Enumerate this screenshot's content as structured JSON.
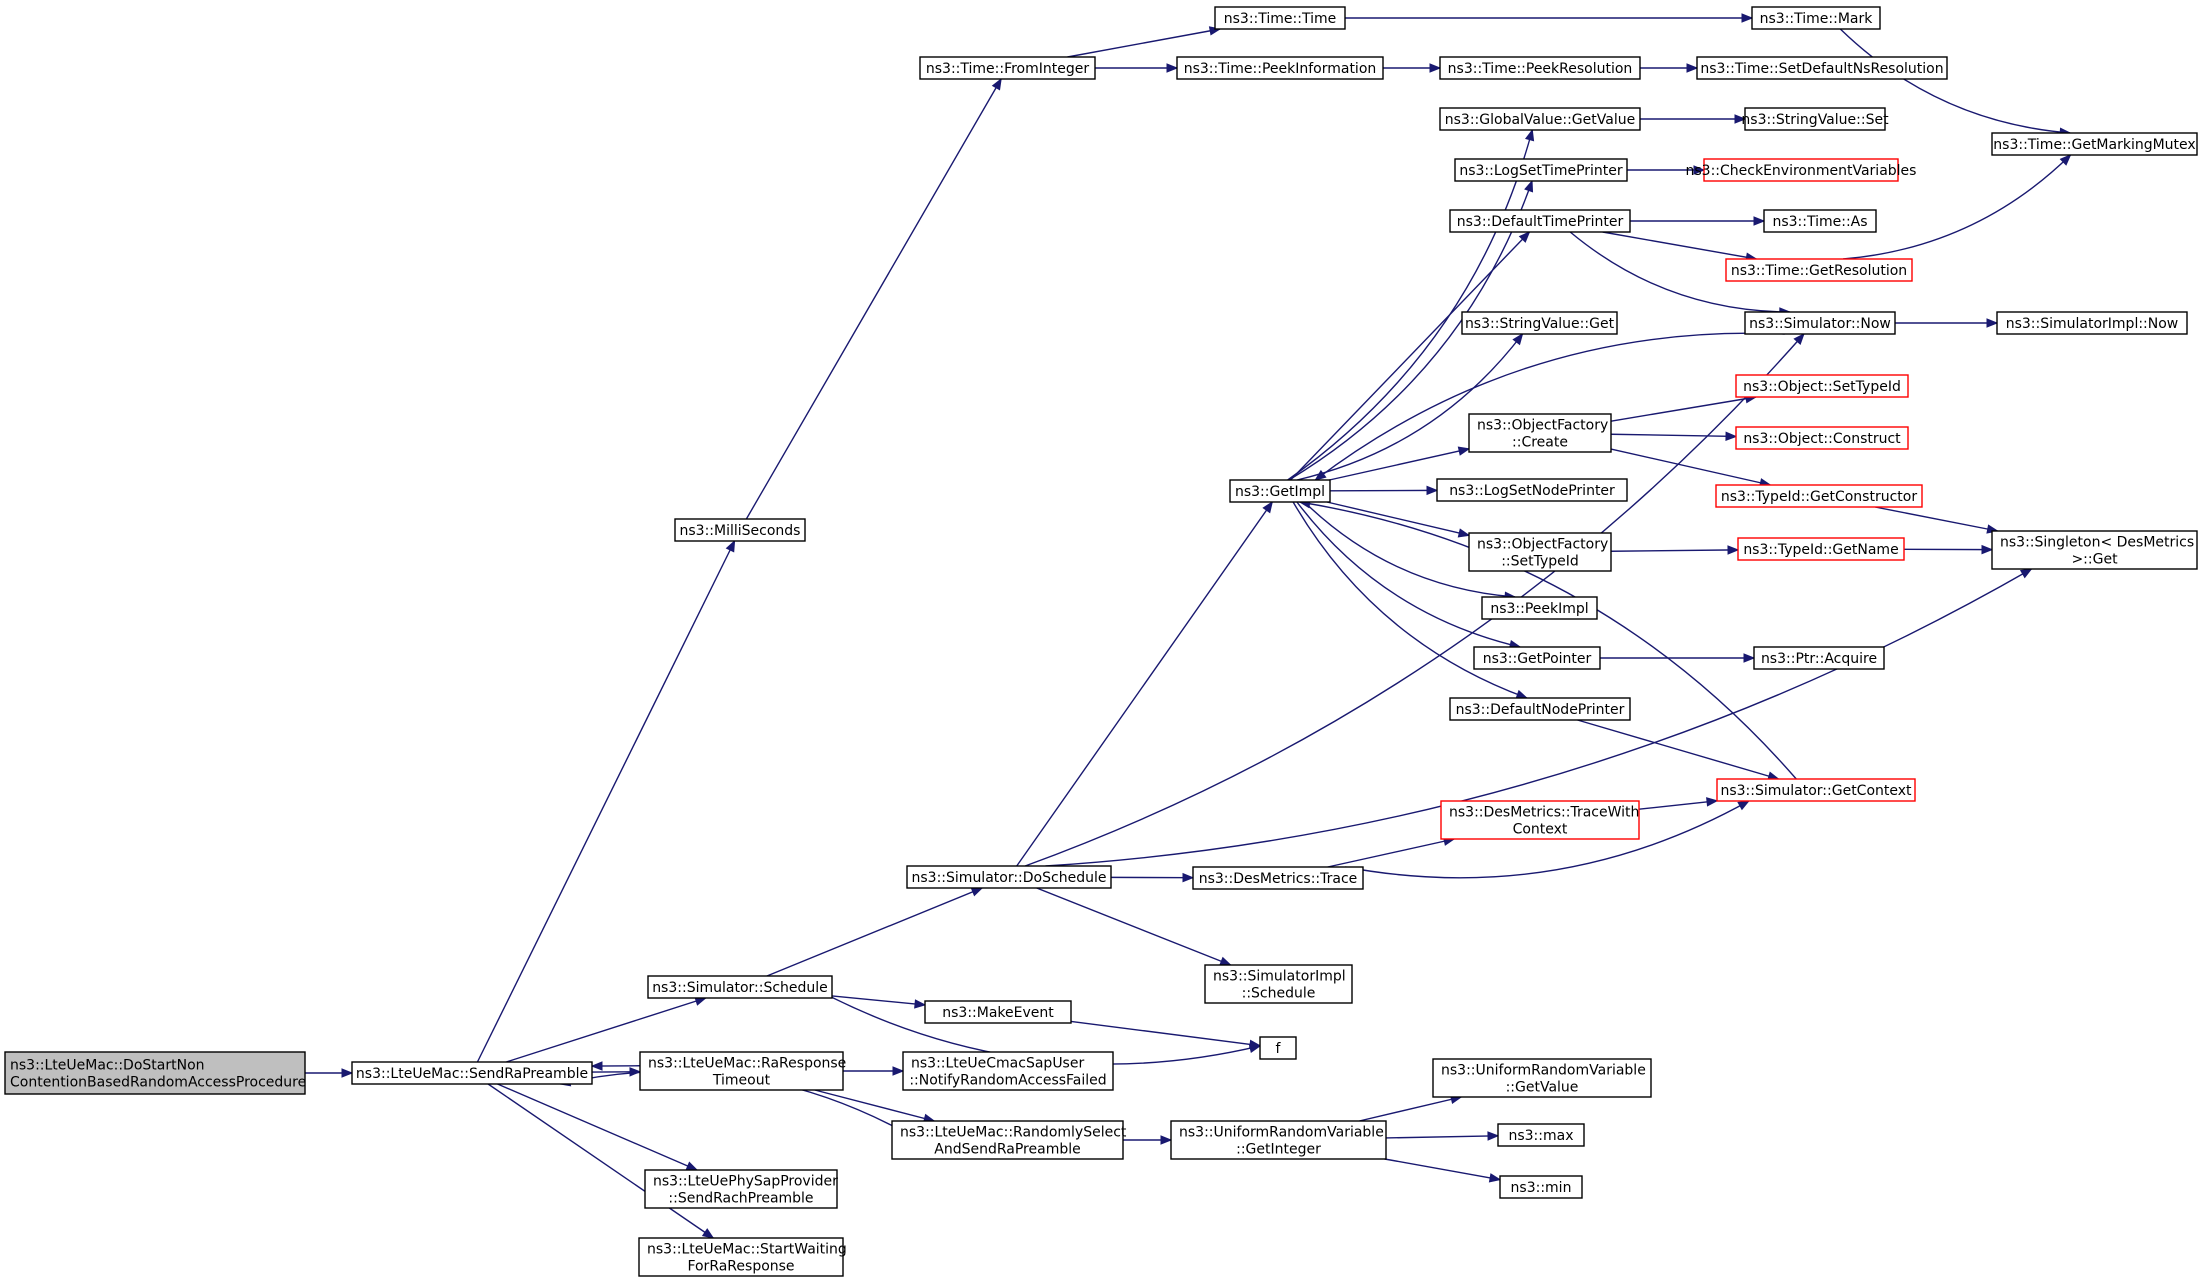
{
  "nodes": [
    {
      "id": "root",
      "lines": [
        "ns3::LteUeMac::DoStartNon",
        "ContentionBasedRandomAccessProcedure"
      ],
      "highlight": true
    },
    {
      "id": "sendra",
      "lines": [
        "ns3::LteUeMac::SendRaPreamble"
      ]
    },
    {
      "id": "milli",
      "lines": [
        "ns3::MilliSeconds"
      ]
    },
    {
      "id": "fromint",
      "lines": [
        "ns3::Time::FromInteger"
      ]
    },
    {
      "id": "timetime",
      "lines": [
        "ns3::Time::Time"
      ]
    },
    {
      "id": "timemark",
      "lines": [
        "ns3::Time::Mark"
      ]
    },
    {
      "id": "getmarkmutex",
      "lines": [
        "ns3::Time::GetMarkingMutex"
      ]
    },
    {
      "id": "peekinfo",
      "lines": [
        "ns3::Time::PeekInformation"
      ]
    },
    {
      "id": "peekres",
      "lines": [
        "ns3::Time::PeekResolution"
      ]
    },
    {
      "id": "setdefns",
      "lines": [
        "ns3::Time::SetDefaultNsResolution"
      ]
    },
    {
      "id": "gvgetvalue",
      "lines": [
        "ns3::GlobalValue::GetValue"
      ]
    },
    {
      "id": "svset",
      "lines": [
        "ns3::StringValue::Set"
      ]
    },
    {
      "id": "logsettime",
      "lines": [
        "ns3::LogSetTimePrinter"
      ]
    },
    {
      "id": "checkenv",
      "lines": [
        "ns3::CheckEnvironmentVariables"
      ],
      "red": true
    },
    {
      "id": "deftime",
      "lines": [
        "ns3::DefaultTimePrinter"
      ]
    },
    {
      "id": "timeas",
      "lines": [
        "ns3::Time::As"
      ]
    },
    {
      "id": "getres",
      "lines": [
        "ns3::Time::GetResolution"
      ],
      "red": true
    },
    {
      "id": "simnow",
      "lines": [
        "ns3::Simulator::Now"
      ]
    },
    {
      "id": "simimplnow",
      "lines": [
        "ns3::SimulatorImpl::Now"
      ]
    },
    {
      "id": "svget",
      "lines": [
        "ns3::StringValue::Get"
      ]
    },
    {
      "id": "ofcreate",
      "lines": [
        "ns3::ObjectFactory",
        "::Create"
      ]
    },
    {
      "id": "objsettype",
      "lines": [
        "ns3::Object::SetTypeId"
      ],
      "red": true
    },
    {
      "id": "objconstruct",
      "lines": [
        "ns3::Object::Construct"
      ],
      "red": true
    },
    {
      "id": "tidgetctor",
      "lines": [
        "ns3::TypeId::GetConstructor"
      ],
      "red": true
    },
    {
      "id": "singleton",
      "lines": [
        "ns3::Singleton< DesMetrics",
        ">::Get"
      ]
    },
    {
      "id": "getimpl",
      "lines": [
        "ns3::GetImpl"
      ]
    },
    {
      "id": "logsetnode",
      "lines": [
        "ns3::LogSetNodePrinter"
      ]
    },
    {
      "id": "ofsettype",
      "lines": [
        "ns3::ObjectFactory",
        "::SetTypeId"
      ]
    },
    {
      "id": "tidgetname",
      "lines": [
        "ns3::TypeId::GetName"
      ],
      "red": true
    },
    {
      "id": "peekimpl",
      "lines": [
        "ns3::PeekImpl"
      ]
    },
    {
      "id": "getpointer",
      "lines": [
        "ns3::GetPointer"
      ]
    },
    {
      "id": "ptracquire",
      "lines": [
        "ns3::Ptr::Acquire"
      ]
    },
    {
      "id": "defnode",
      "lines": [
        "ns3::DefaultNodePrinter"
      ]
    },
    {
      "id": "simgetctx",
      "lines": [
        "ns3::Simulator::GetContext"
      ],
      "red": true
    },
    {
      "id": "dmtracewith",
      "lines": [
        "ns3::DesMetrics::TraceWith",
        "Context"
      ],
      "red": true
    },
    {
      "id": "doschedule",
      "lines": [
        "ns3::Simulator::DoSchedule"
      ]
    },
    {
      "id": "dmtrace",
      "lines": [
        "ns3::DesMetrics::Trace"
      ]
    },
    {
      "id": "simimplsched",
      "lines": [
        "ns3::SimulatorImpl",
        "::Schedule"
      ]
    },
    {
      "id": "simschedule",
      "lines": [
        "ns3::Simulator::Schedule"
      ]
    },
    {
      "id": "makeevent",
      "lines": [
        "ns3::MakeEvent"
      ]
    },
    {
      "id": "f",
      "lines": [
        "f"
      ]
    },
    {
      "id": "raresp",
      "lines": [
        "ns3::LteUeMac::RaResponse",
        "Timeout"
      ]
    },
    {
      "id": "notifyra",
      "lines": [
        "ns3::LteUeCmacSapUser",
        "::NotifyRandomAccessFailed"
      ]
    },
    {
      "id": "randsel",
      "lines": [
        "ns3::LteUeMac::RandomlySelect",
        "AndSendRaPreamble"
      ]
    },
    {
      "id": "urvgetint",
      "lines": [
        "ns3::UniformRandomVariable",
        "::GetInteger"
      ]
    },
    {
      "id": "urvgetval",
      "lines": [
        "ns3::UniformRandomVariable",
        "::GetValue"
      ]
    },
    {
      "id": "max",
      "lines": [
        "ns3::max"
      ]
    },
    {
      "id": "min",
      "lines": [
        "ns3::min"
      ]
    },
    {
      "id": "sendrach",
      "lines": [
        "ns3::LteUePhySapProvider",
        "::SendRachPreamble"
      ]
    },
    {
      "id": "startwait",
      "lines": [
        "ns3::LteUeMac::StartWaiting",
        "ForRaResponse"
      ]
    }
  ],
  "edges": [
    [
      "root",
      "sendra"
    ],
    [
      "sendra",
      "milli"
    ],
    [
      "sendra",
      "simschedule"
    ],
    [
      "sendra",
      "raresp"
    ],
    [
      "sendra",
      "sendrach"
    ],
    [
      "sendra",
      "startwait"
    ],
    [
      "milli",
      "fromint"
    ],
    [
      "fromint",
      "timetime"
    ],
    [
      "fromint",
      "peekinfo"
    ],
    [
      "timetime",
      "timemark"
    ],
    [
      "timemark",
      "getmarkmutex"
    ],
    [
      "peekinfo",
      "peekres"
    ],
    [
      "peekres",
      "setdefns"
    ],
    [
      "gvgetvalue",
      "svset"
    ],
    [
      "logsettime",
      "checkenv"
    ],
    [
      "deftime",
      "timeas"
    ],
    [
      "deftime",
      "getres"
    ],
    [
      "deftime",
      "simnow"
    ],
    [
      "getres",
      "getmarkmutex"
    ],
    [
      "simnow",
      "simimplnow"
    ],
    [
      "simnow",
      "getimpl"
    ],
    [
      "ofcreate",
      "objsettype"
    ],
    [
      "ofcreate",
      "objconstruct"
    ],
    [
      "ofcreate",
      "tidgetctor"
    ],
    [
      "tidgetctor",
      "singleton"
    ],
    [
      "getimpl",
      "gvgetvalue"
    ],
    [
      "getimpl",
      "logsettime"
    ],
    [
      "getimpl",
      "deftime"
    ],
    [
      "getimpl",
      "svget"
    ],
    [
      "getimpl",
      "ofcreate"
    ],
    [
      "getimpl",
      "logsetnode"
    ],
    [
      "getimpl",
      "ofsettype"
    ],
    [
      "getimpl",
      "peekimpl"
    ],
    [
      "getimpl",
      "getpointer"
    ],
    [
      "getimpl",
      "defnode"
    ],
    [
      "ofsettype",
      "tidgetname"
    ],
    [
      "tidgetname",
      "singleton"
    ],
    [
      "getpointer",
      "ptracquire"
    ],
    [
      "defnode",
      "simgetctx"
    ],
    [
      "simgetctx",
      "getimpl"
    ],
    [
      "doschedule",
      "getimpl"
    ],
    [
      "doschedule",
      "simnow"
    ],
    [
      "doschedule",
      "dmtrace"
    ],
    [
      "doschedule",
      "simimplsched"
    ],
    [
      "doschedule",
      "singleton"
    ],
    [
      "dmtrace",
      "dmtracewith"
    ],
    [
      "dmtrace",
      "simgetctx"
    ],
    [
      "dmtracewith",
      "simgetctx"
    ],
    [
      "simschedule",
      "doschedule"
    ],
    [
      "simschedule",
      "makeevent"
    ],
    [
      "simschedule",
      "f"
    ],
    [
      "makeevent",
      "f"
    ],
    [
      "raresp",
      "sendra"
    ],
    [
      "raresp",
      "notifyra"
    ],
    [
      "raresp",
      "randsel"
    ],
    [
      "randsel",
      "sendra"
    ],
    [
      "randsel",
      "urvgetint"
    ],
    [
      "urvgetint",
      "urvgetval"
    ],
    [
      "urvgetint",
      "max"
    ],
    [
      "urvgetint",
      "min"
    ]
  ],
  "colors": {
    "edge": "#191970",
    "root_fill": "#bfbfbf",
    "red_border": "#ff0000",
    "border": "#000000"
  }
}
